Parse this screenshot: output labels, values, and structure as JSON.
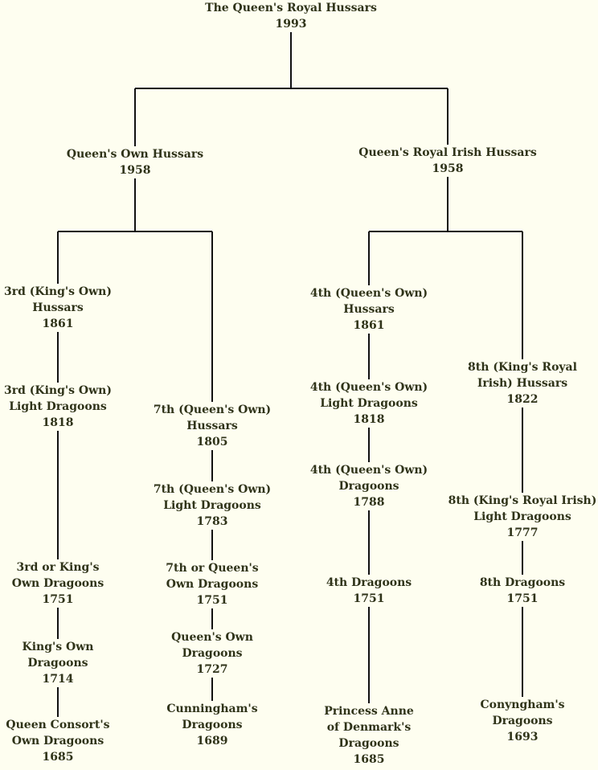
{
  "title": "",
  "nodes": [
    {
      "id": "qrh",
      "lines": [
        "The Queen's Royal Hussars",
        "1993"
      ]
    },
    {
      "id": "qoh",
      "lines": [
        "Queen's Own Hussars",
        "1958"
      ]
    },
    {
      "id": "qrih",
      "lines": [
        "Queen's Royal Irish Hussars",
        "1958"
      ]
    },
    {
      "id": "h3",
      "lines": [
        "3rd (King's Own)",
        "Hussars",
        "1861"
      ]
    },
    {
      "id": "ld3",
      "lines": [
        "3rd (King's Own)",
        "Light Dragoons",
        "1818"
      ]
    },
    {
      "id": "d3",
      "lines": [
        "3rd or King's",
        "Own Dragoons",
        "1751"
      ]
    },
    {
      "id": "kod",
      "lines": [
        "King's Own",
        "Dragoons",
        "1714"
      ]
    },
    {
      "id": "qcod",
      "lines": [
        "Queen Consort's",
        "Own Dragoons",
        "1685"
      ]
    },
    {
      "id": "h7",
      "lines": [
        "7th (Queen's Own)",
        "Hussars",
        "1805"
      ]
    },
    {
      "id": "ld7",
      "lines": [
        "7th (Queen's Own)",
        "Light Dragoons",
        "1783"
      ]
    },
    {
      "id": "d7",
      "lines": [
        "7th or Queen's",
        "Own Dragoons",
        "1751"
      ]
    },
    {
      "id": "qod",
      "lines": [
        "Queen's Own",
        "Dragoons",
        "1727"
      ]
    },
    {
      "id": "cd",
      "lines": [
        "Cunningham's",
        "Dragoons",
        "1689"
      ]
    },
    {
      "id": "h4",
      "lines": [
        "4th (Queen's Own)",
        "Hussars",
        "1861"
      ]
    },
    {
      "id": "ld4",
      "lines": [
        "4th (Queen's Own)",
        "Light Dragoons",
        "1818"
      ]
    },
    {
      "id": "qd4",
      "lines": [
        "4th (Queen's Own)",
        "Dragoons",
        "1788"
      ]
    },
    {
      "id": "d4",
      "lines": [
        "4th Dragoons",
        "1751"
      ]
    },
    {
      "id": "pad",
      "lines": [
        "Princess Anne",
        "of Denmark's",
        "Dragoons",
        "1685"
      ]
    },
    {
      "id": "h8",
      "lines": [
        "8th (King's Royal",
        "Irish) Hussars",
        "1822"
      ]
    },
    {
      "id": "ld8",
      "lines": [
        "8th (King's Royal Irish)",
        "Light Dragoons",
        "1777"
      ]
    },
    {
      "id": "d8",
      "lines": [
        "8th Dragoons",
        "1751"
      ]
    },
    {
      "id": "cyd",
      "lines": [
        "Conyngham's",
        "Dragoons",
        "1693"
      ]
    }
  ],
  "edges": [
    [
      "qrh",
      "qoh"
    ],
    [
      "qrh",
      "qrih"
    ],
    [
      "qoh",
      "h3"
    ],
    [
      "qoh",
      "h7"
    ],
    [
      "qrih",
      "h4"
    ],
    [
      "qrih",
      "h8"
    ],
    [
      "h3",
      "ld3"
    ],
    [
      "ld3",
      "d3"
    ],
    [
      "d3",
      "kod"
    ],
    [
      "kod",
      "qcod"
    ],
    [
      "h7",
      "ld7"
    ],
    [
      "ld7",
      "d7"
    ],
    [
      "d7",
      "qod"
    ],
    [
      "qod",
      "cd"
    ],
    [
      "h4",
      "ld4"
    ],
    [
      "ld4",
      "qd4"
    ],
    [
      "qd4",
      "d4"
    ],
    [
      "d4",
      "pad"
    ],
    [
      "h8",
      "ld8"
    ],
    [
      "ld8",
      "d8"
    ],
    [
      "d8",
      "cyd"
    ]
  ]
}
